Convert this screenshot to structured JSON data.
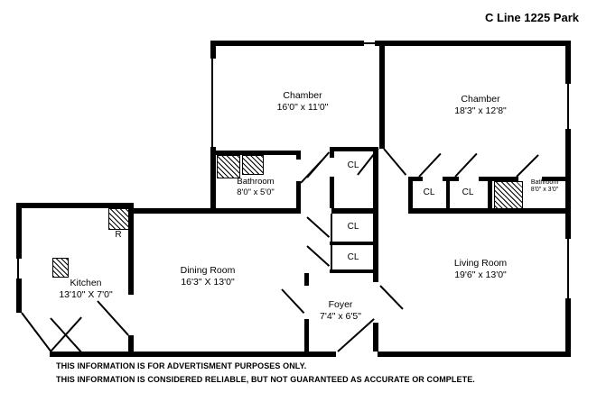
{
  "title": "C Line 1225 Park",
  "rooms": {
    "chamber_left": {
      "name": "Chamber",
      "dims": "16'0\" x 11'0\""
    },
    "chamber_right": {
      "name": "Chamber",
      "dims": "18'3\" x 12'8\""
    },
    "bathroom_left": {
      "name": "Bathroom",
      "dims": "8'0\" x 5'0\""
    },
    "bathroom_right": {
      "name": "Bathroom",
      "dims": "8'0\" x 3'0\""
    },
    "dining_room": {
      "name": "Dining Room",
      "dims": "16'3\" X 13'0\""
    },
    "living_room": {
      "name": "Living Room",
      "dims": "19'6\" x 13'0\""
    },
    "kitchen": {
      "name": "Kitchen",
      "dims": "13'10\" X 7'0\""
    },
    "foyer": {
      "name": "Foyer",
      "dims": "7'4\" x 6'5\""
    }
  },
  "labels": {
    "closet": "CL",
    "refrigerator": "R"
  },
  "disclaimer": {
    "line1": "THIS INFORMATION IS FOR ADVERTISMENT PURPOSES ONLY.",
    "line2": "THIS INFORMATION IS CONSIDERED RELIABLE, BUT NOT GUARANTEED AS ACCURATE OR COMPLETE."
  },
  "colors": {
    "wall": "#000000",
    "background": "#ffffff"
  }
}
